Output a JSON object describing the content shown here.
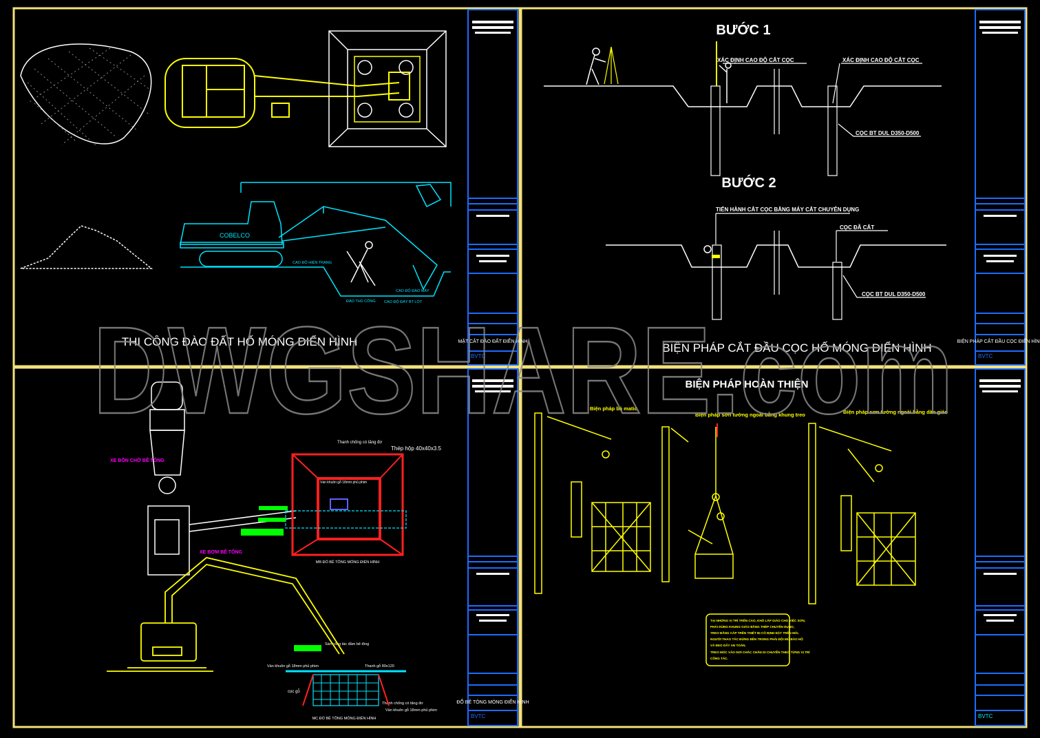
{
  "watermark": "DWGSHARE.com",
  "colors": {
    "frame": "#f3e27a",
    "cyan": "#00e5ff",
    "yellow": "#ffff00",
    "white": "#ffffff",
    "red": "#ff2020",
    "magenta": "#ff00ff",
    "green": "#00ff00",
    "blue": "#1e6cff"
  },
  "panel1": {
    "title": "THI CÔNG ĐÀO ĐẤT HỐ MÓNG ĐIỂN HÌNH",
    "brand": "COBELCO",
    "labels": [
      "CAO ĐỘ HIỆN TRẠNG",
      "CAO ĐỘ ĐÀO MÁY",
      "ĐÀO THỦ CÔNG",
      "CAO ĐỘ ĐÁY BT LÓT"
    ],
    "titleblock": {
      "name": "MẶT CẮT ĐÀO ĐẤT ĐIỂN HÌNH",
      "code": "BVTC"
    }
  },
  "panel2": {
    "title": "BIỆN PHÁP CẮT ĐẦU CỌC HỐ MÓNG ĐIỂN HÌNH",
    "step1": "BƯỚC 1",
    "step2": "BƯỚC 2",
    "labels": [
      "XÁC ĐỊNH CAO ĐỘ CẮT CỌC",
      "XÁC ĐỊNH CAO ĐỘ CẮT CỌC",
      "CỌC BT DUL D350-D500",
      "TIẾN HÀNH CẮT CỌC BẰNG MÁY CẮT CHUYÊN DỤNG",
      "CỌC ĐÃ CẮT",
      "CỌC BT DUL D350-D500"
    ],
    "titleblock": {
      "name": "BIỆN PHÁP CẮT ĐẦU CỌC ĐIỂN HÌNH",
      "code": "BVTC"
    }
  },
  "panel3": {
    "labels": [
      "XE BỒN CHỞ BÊ TÔNG",
      "XE BƠM BÊ TÔNG",
      "Thanh chống có tăng đơ",
      "Thép hộp 40x40x3.5",
      "Ván khuôn gỗ 18mm phủ phim",
      "MB ĐỔ BÊ TÔNG MÓNG ĐIỂN HÌNH",
      "Sàn công tác đầm bê tông",
      "Ván khuôn gỗ 18mm phủ phim",
      "Thanh gỗ 80x120",
      "cọc gỗ",
      "Thanh chống có tăng đơ",
      "Ván khuôn gỗ 18mm phủ phim",
      "MC ĐỔ BÊ TÔNG MÓNG ĐIỂN HÌNH"
    ],
    "titleblock": {
      "name": "ĐỔ BÊ TÔNG MÓNG ĐIỂN HÌNH",
      "code": "BVTC"
    }
  },
  "panel4": {
    "title": "BIỆN PHÁP HOÀN THIỆN",
    "sub": [
      "Biện pháp bả matic",
      "Biện pháp sơn tường ngoài bằng khung treo",
      "Biện pháp sơn tường ngoài bằng dàn giáo"
    ],
    "note": [
      "TẠI NHỮNG VỊ TRÍ TRÊN CAO, KHÓ LẮP GIÁO CHO VIỆC SƠN,",
      "PHẢI DÙNG KHUNG GIÁO BẰNG THÉP CHUYÊN DỤNG;",
      "TREO BẰNG CÁP TRÊN THIẾT BỊ CỐ ĐỊNH ĐẶT TRÊN MÁI.",
      "NGƯỜI THAO TÁC ĐỨNG BÊN TRONG PHẢI ĐỘI MŨ BẢO HỘ",
      "VÀ ĐEO DÂY AN TOÀN.",
      "TREO MÓC VÀO NƠI CHẮC CHẮN DI CHUYỂN THEO TỪNG VỊ TRÍ",
      "CÔNG TÁC."
    ],
    "titleblock": {
      "code": "BVTC"
    }
  }
}
